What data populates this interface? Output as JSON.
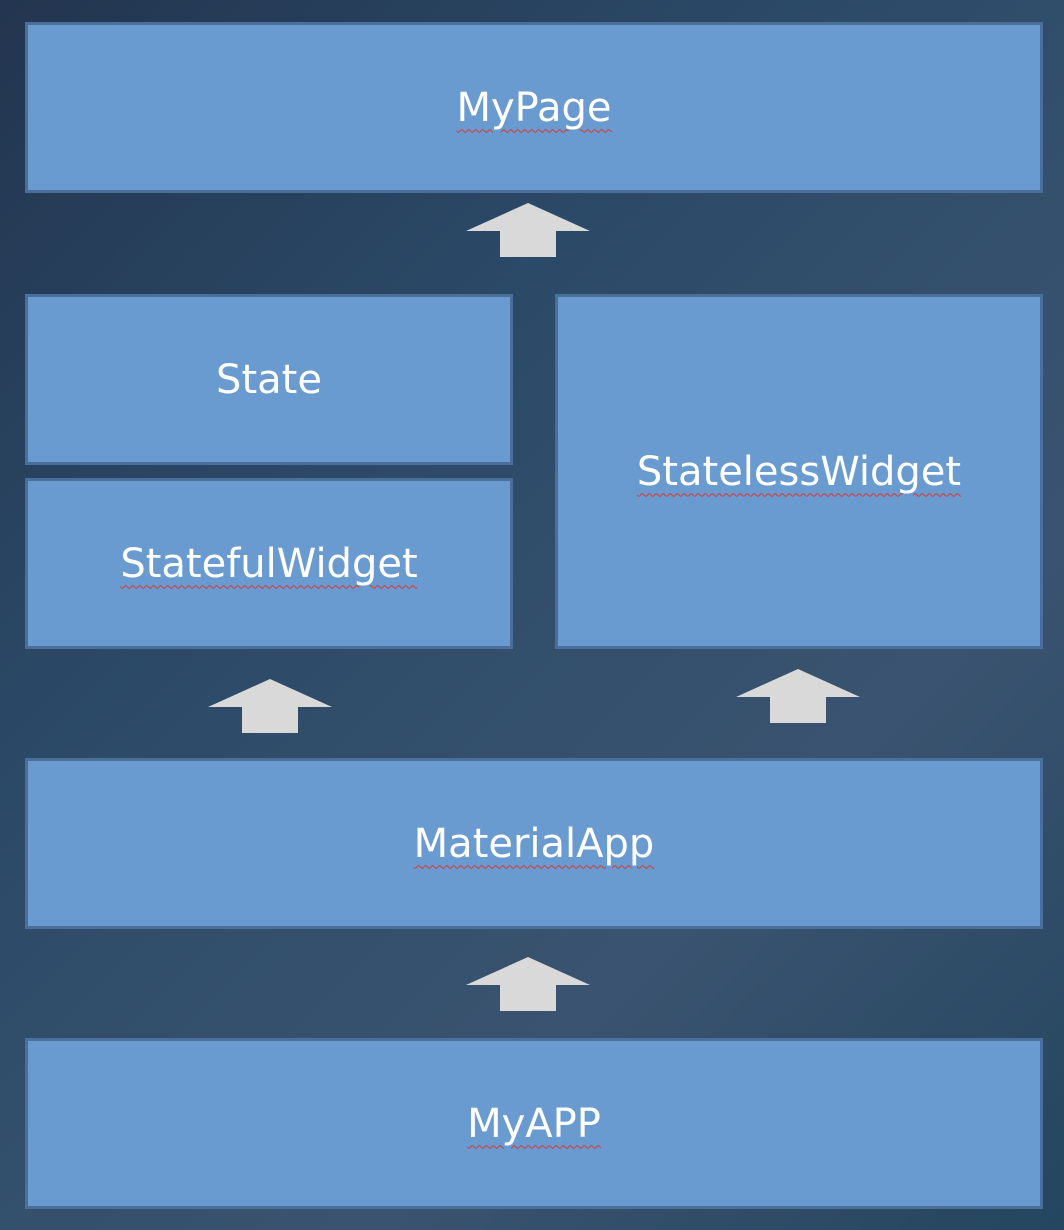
{
  "diagram": {
    "title": "Flutter widget hierarchy",
    "nodes": [
      {
        "id": "mypage",
        "label": "MyPage",
        "spellcheck_underline": true
      },
      {
        "id": "state",
        "label": "State",
        "spellcheck_underline": false
      },
      {
        "id": "statefulwidget",
        "label": "StatefulWidget",
        "spellcheck_underline": true
      },
      {
        "id": "statelesswidget",
        "label": "StatelessWidget",
        "spellcheck_underline": true
      },
      {
        "id": "materialapp",
        "label": "MaterialApp",
        "spellcheck_underline": true
      },
      {
        "id": "myapp",
        "label": "MyAPP",
        "spellcheck_underline": true
      }
    ],
    "edges": [
      {
        "from": "myapp",
        "to": "materialapp",
        "icon": "up-arrow-icon"
      },
      {
        "from": "materialapp",
        "to": "statefulwidget",
        "icon": "up-arrow-icon"
      },
      {
        "from": "materialapp",
        "to": "statelesswidget",
        "icon": "up-arrow-icon"
      },
      {
        "from": "statefulwidget+statelesswidget",
        "to": "mypage",
        "icon": "up-arrow-icon"
      }
    ],
    "colors": {
      "box_fill": "#6a9bd0",
      "box_border": "#4a6f9c",
      "arrow_fill": "#d9d9d9",
      "text": "#ffffff",
      "spellcheck": "#d9372e"
    }
  }
}
